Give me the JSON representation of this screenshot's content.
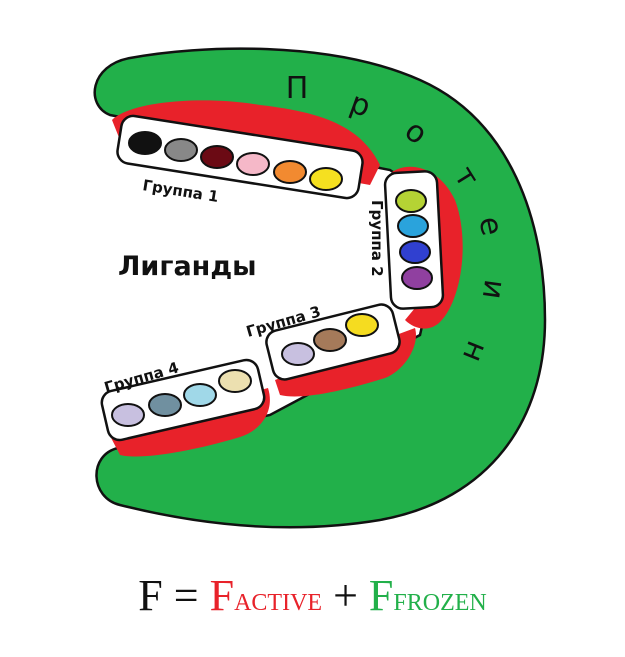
{
  "diagram": {
    "protein_letters": [
      "П",
      "р",
      "о",
      "т",
      "е",
      "и",
      "н"
    ],
    "ligands_label": "Лиганды",
    "groups": [
      {
        "label": "Группа 1",
        "colors": [
          "#111111",
          "#888888",
          "#6b0a14",
          "#f5b8c8",
          "#f28a30",
          "#f5e020"
        ]
      },
      {
        "label": "Группа 2",
        "colors": [
          "#b5d334",
          "#2aa3dc",
          "#3040d0",
          "#9040a0"
        ]
      },
      {
        "label": "Группа 3",
        "colors": [
          "#c8c0e0",
          "#a57a5a",
          "#f5dc20"
        ]
      },
      {
        "label": "Группа 4",
        "colors": [
          "#c8c0e0",
          "#7090a0",
          "#a0d8e8",
          "#ece0b0"
        ]
      }
    ],
    "colors": {
      "protein": "#22b04a",
      "active": "#e8222a",
      "frozen": "#22b04a"
    }
  },
  "formula": {
    "lhs": "F",
    "equals": "=",
    "active_symbol": "F",
    "active_sub": "ACTIVE",
    "plus": "+",
    "frozen_symbol": "F",
    "frozen_sub": "FROZEN"
  }
}
